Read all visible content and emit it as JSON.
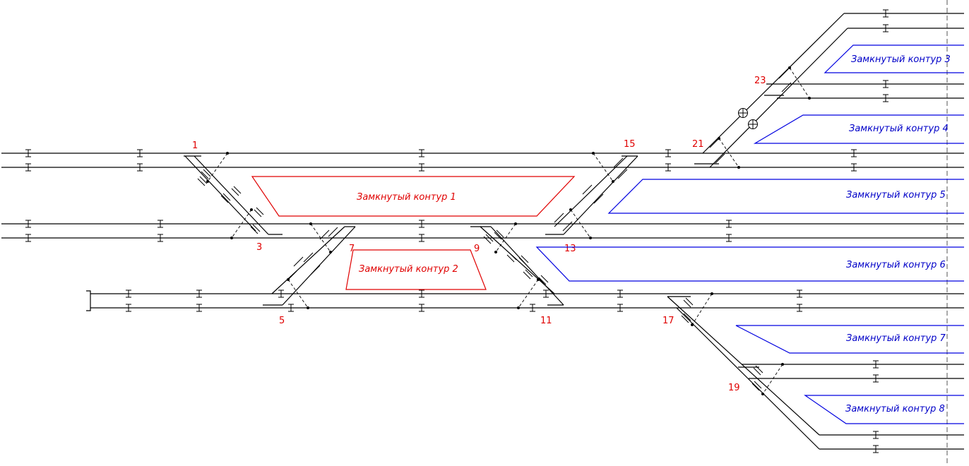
{
  "switch_numbers": [
    "1",
    "3",
    "5",
    "7",
    "9",
    "11",
    "13",
    "15",
    "17",
    "19",
    "21",
    "23"
  ],
  "contours": [
    "Замкнутый контур 1",
    "Замкнутый контур 2",
    "Замкнутый контур 3",
    "Замкнутый контур 4",
    "Замкнутый контур 5",
    "Замкнутый контур 6",
    "Замкнутый контур 7",
    "Замкнутый контур 8"
  ],
  "colors": {
    "track": "#000000",
    "switch_number": "#e00000",
    "contour_internal": "#e00000",
    "contour_external": "#0000e0"
  },
  "icons": [
    "insulating-joint-icon",
    "signal-icon",
    "buffer-stop-icon"
  ]
}
